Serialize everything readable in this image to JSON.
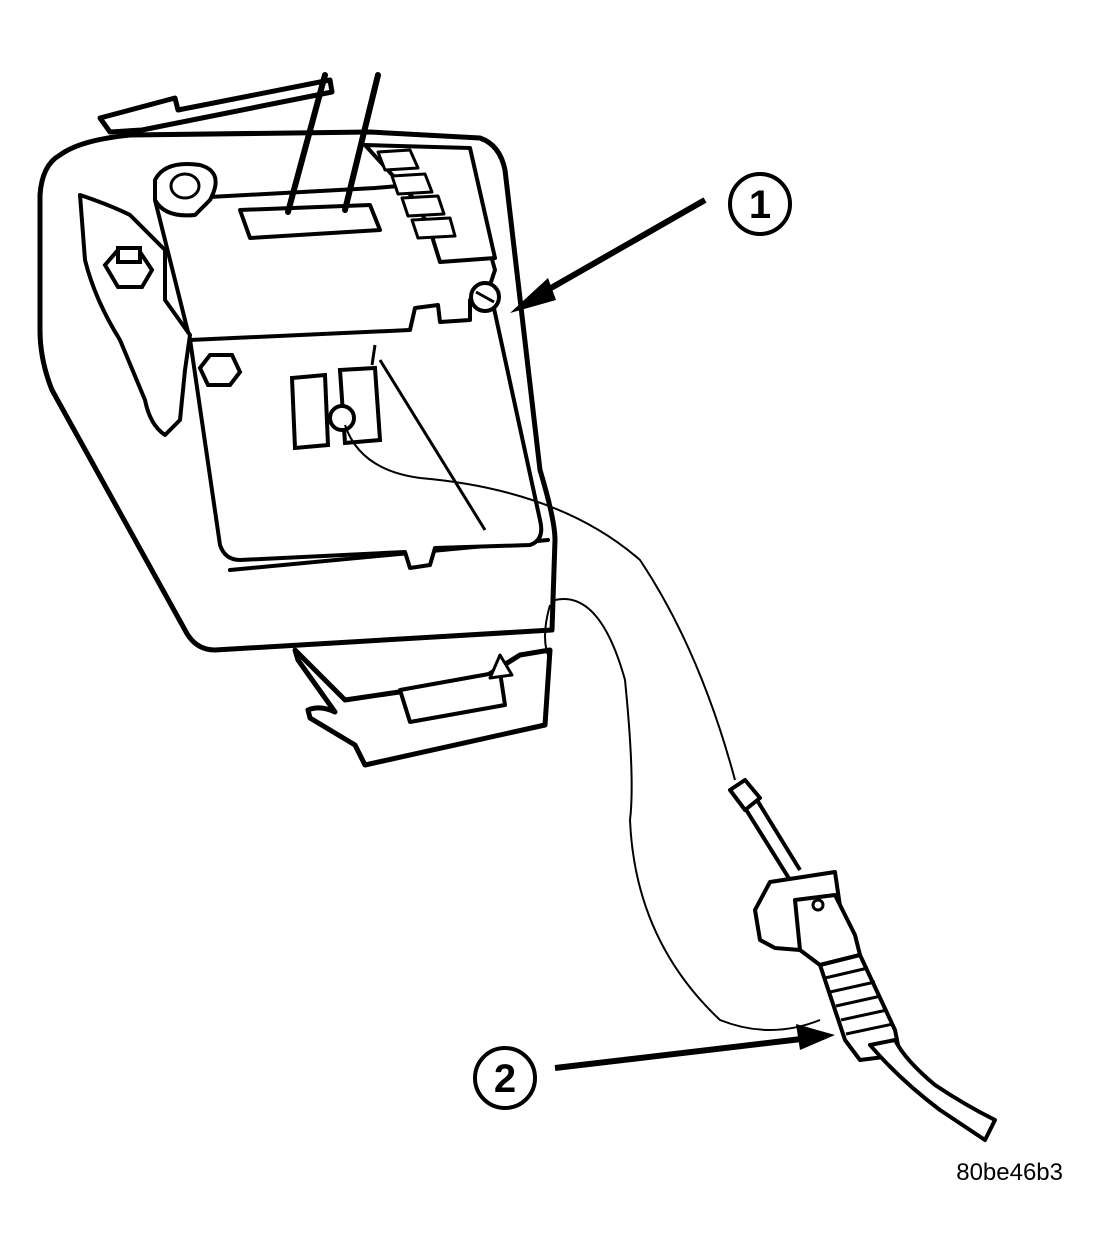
{
  "callouts": [
    {
      "number": "1"
    },
    {
      "number": "2"
    }
  ],
  "figure_code": "80be46b3",
  "colors": {
    "ink": "#000000",
    "paper": "#ffffff"
  }
}
